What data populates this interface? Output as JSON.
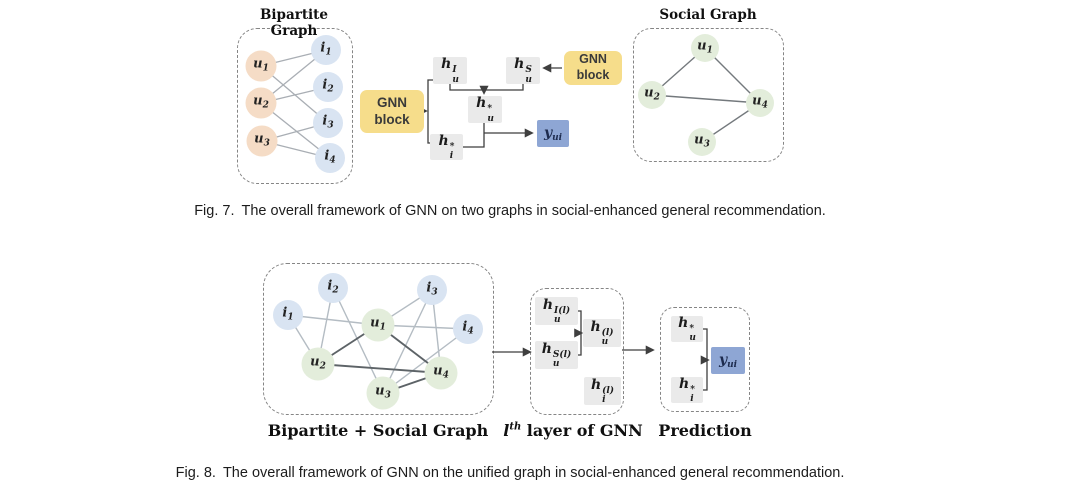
{
  "colors": {
    "gnn_yellow": "#f6dd8b",
    "prediction_blue": "#8ea6d4",
    "user_node_peach": "#f5dcc6",
    "item_node_blue": "#d9e4f2",
    "social_node_green": "#e3eddb",
    "label_gray": "#eaeaea"
  },
  "nodes": {
    "u1": {
      "base": "u",
      "sub": "1"
    },
    "u2": {
      "base": "u",
      "sub": "2"
    },
    "u3": {
      "base": "u",
      "sub": "3"
    },
    "u4": {
      "base": "u",
      "sub": "4"
    },
    "i1": {
      "base": "i",
      "sub": "1"
    },
    "i2": {
      "base": "i",
      "sub": "2"
    },
    "i3": {
      "base": "i",
      "sub": "3"
    },
    "i4": {
      "base": "i",
      "sub": "4"
    }
  },
  "fig7": {
    "bipartite_title": "Bipartite Graph",
    "social_title": "Social Graph",
    "gnn_block": {
      "line1": "GNN",
      "line2": "block"
    },
    "labels": {
      "huI": {
        "base": "h",
        "sub": "u",
        "sup": "I"
      },
      "huS": {
        "base": "h",
        "sub": "u",
        "sup": "S"
      },
      "huStar": {
        "base": "h",
        "sub": "u",
        "sup": "*"
      },
      "hiStar": {
        "base": "h",
        "sub": "i",
        "sup": "*"
      },
      "yui": {
        "base": "y",
        "sub": "ui"
      }
    },
    "bipartite_edges": [
      [
        "u1",
        "i1"
      ],
      [
        "u1",
        "i3"
      ],
      [
        "u2",
        "i1"
      ],
      [
        "u2",
        "i2"
      ],
      [
        "u2",
        "i4"
      ],
      [
        "u3",
        "i3"
      ],
      [
        "u3",
        "i4"
      ]
    ],
    "social_edges": [
      [
        "u1",
        "u2"
      ],
      [
        "u1",
        "u4"
      ],
      [
        "u2",
        "u4"
      ],
      [
        "u3",
        "u4"
      ]
    ],
    "caption_label": "Fig. 7.",
    "caption_text": "The overall framework of GNN on two graphs in social-enhanced general recommendation."
  },
  "fig8": {
    "graph_label": "Bipartite + Social Graph",
    "layer_label": {
      "pre": "l",
      "sup": "th",
      "post": " layer of GNN"
    },
    "prediction_label": "Prediction",
    "labels": {
      "huIl": {
        "base": "h",
        "sub": "u",
        "sup": "I(l)"
      },
      "huSl": {
        "base": "h",
        "sub": "u",
        "sup": "S(l)"
      },
      "hul": {
        "base": "h",
        "sub": "u",
        "sup": "(l)"
      },
      "hil": {
        "base": "h",
        "sub": "i",
        "sup": "(l)"
      },
      "huStar": {
        "base": "h",
        "sub": "u",
        "sup": "*"
      },
      "hiStar": {
        "base": "h",
        "sub": "i",
        "sup": "*"
      },
      "yui": {
        "base": "y",
        "sub": "ui"
      }
    },
    "bipartite_edges": [
      [
        "i1",
        "u1"
      ],
      [
        "i1",
        "u2"
      ],
      [
        "i2",
        "u2"
      ],
      [
        "i2",
        "u3"
      ],
      [
        "i3",
        "u1"
      ],
      [
        "i3",
        "u3"
      ],
      [
        "i3",
        "u4"
      ],
      [
        "i4",
        "u1"
      ],
      [
        "i4",
        "u3"
      ]
    ],
    "social_edges": [
      [
        "u1",
        "u2"
      ],
      [
        "u1",
        "u4"
      ],
      [
        "u2",
        "u4"
      ],
      [
        "u3",
        "u4"
      ]
    ],
    "caption_label": "Fig. 8.",
    "caption_text": "The overall framework of GNN on the unified graph in social-enhanced general recommendation."
  }
}
